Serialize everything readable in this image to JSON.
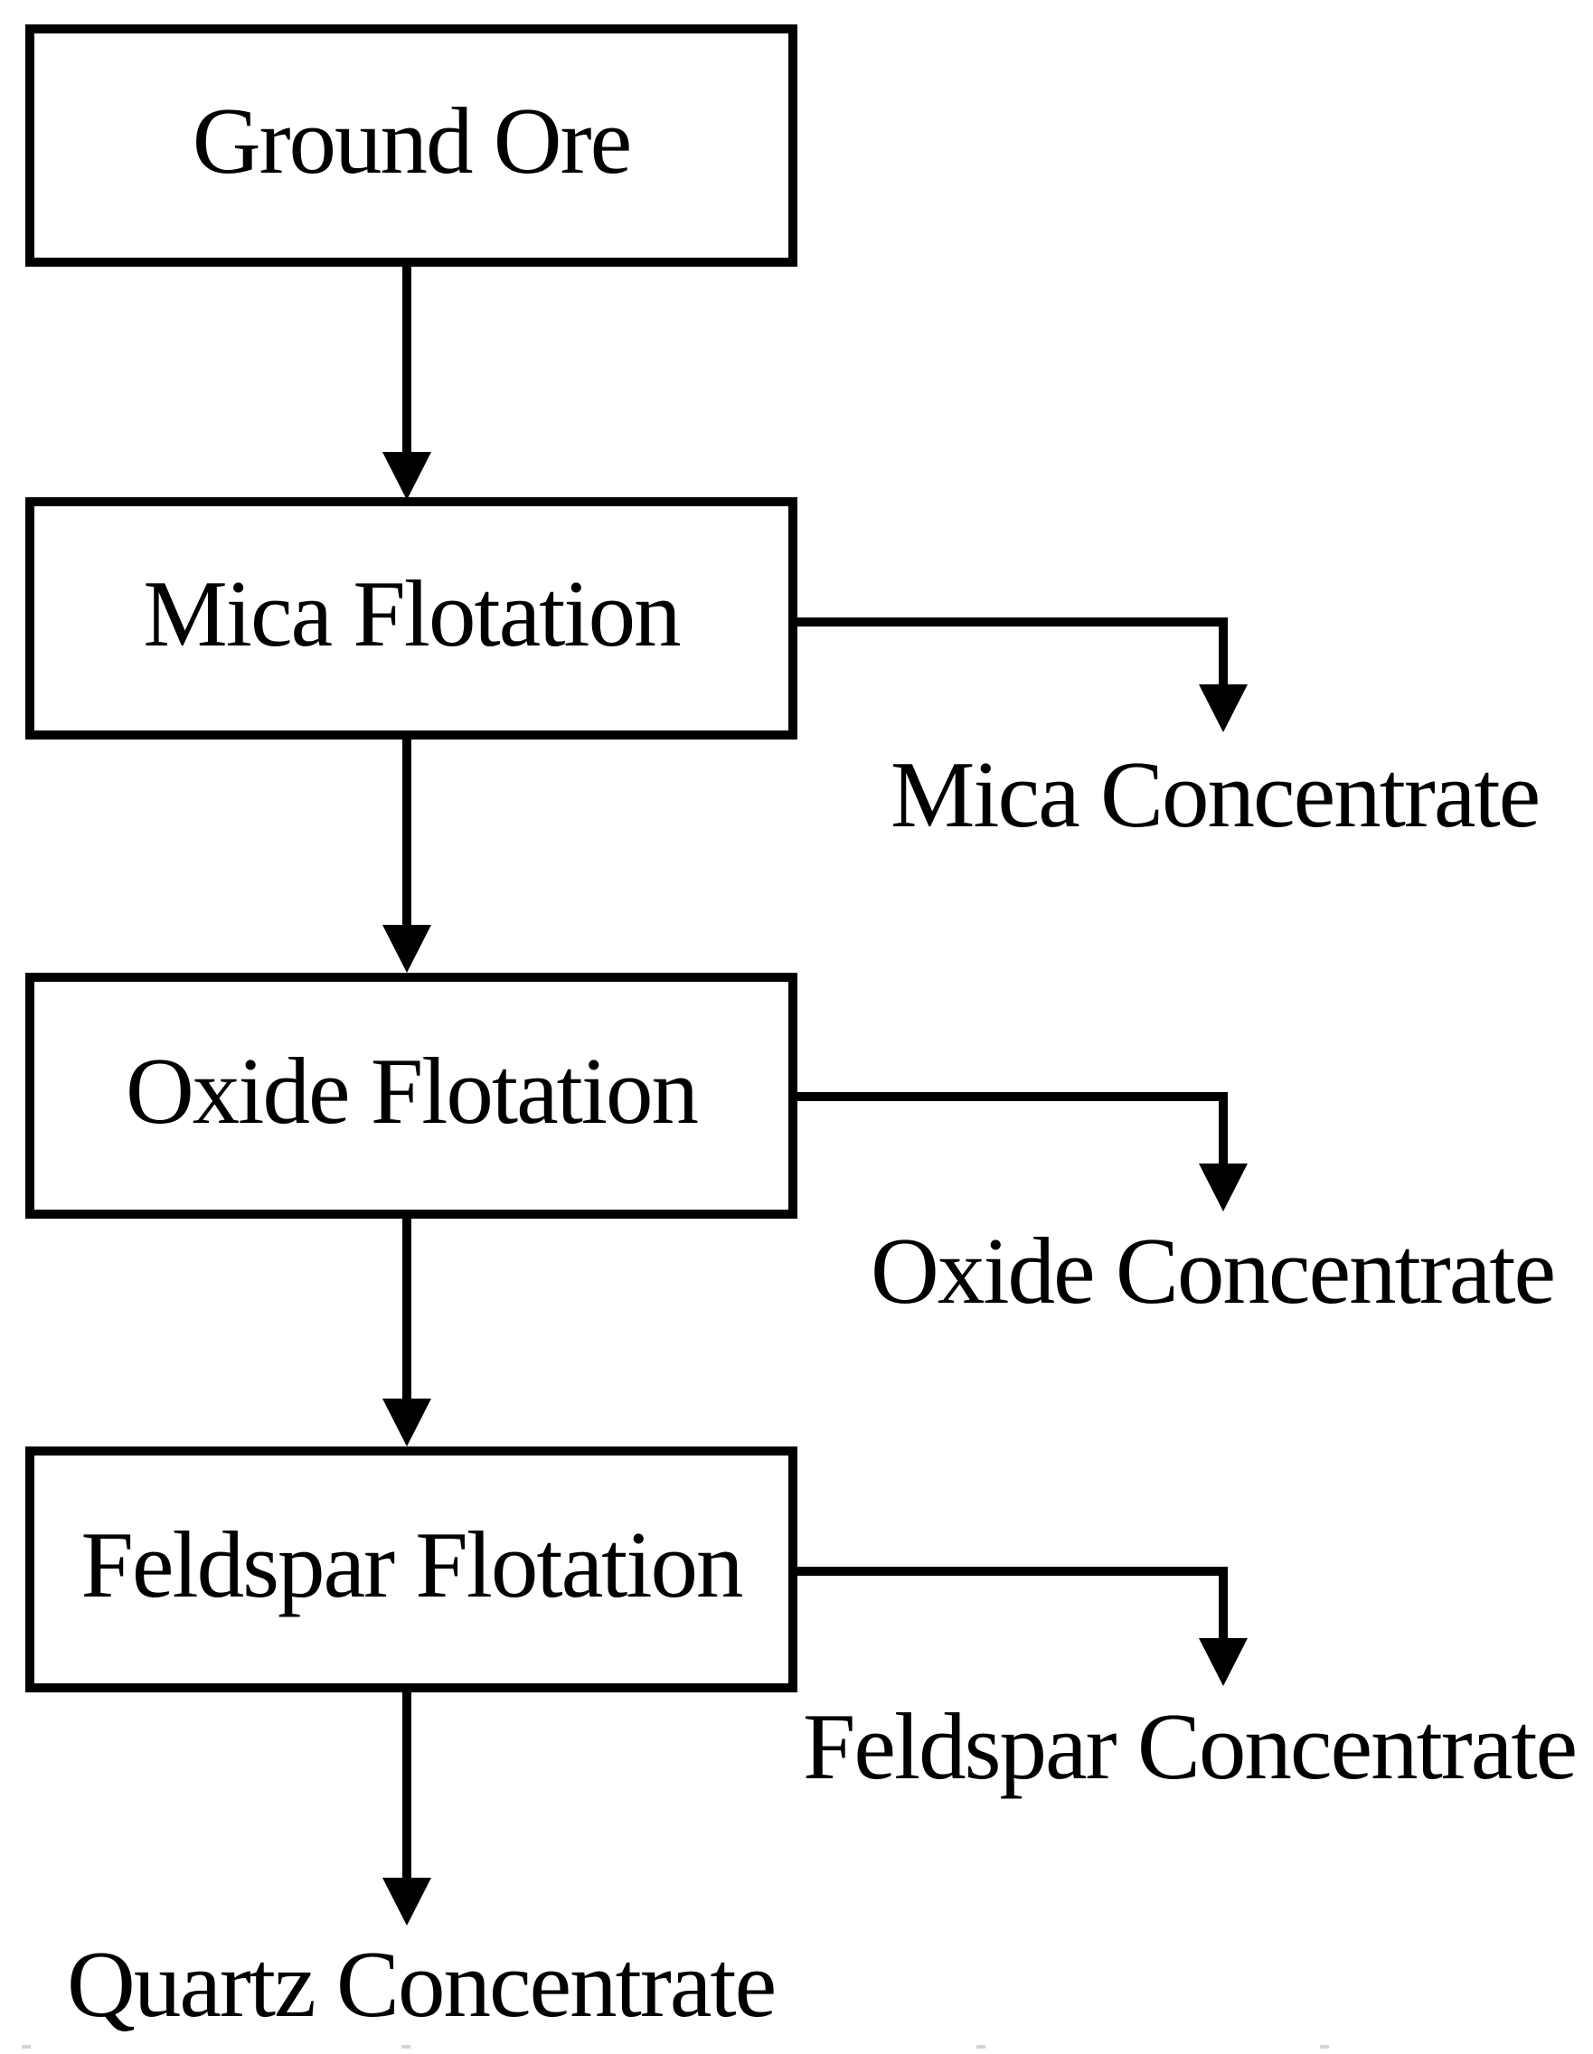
{
  "diagram": {
    "type": "flowchart",
    "background_color": "#ffffff",
    "line_color": "#000000",
    "process_boxes": [
      {
        "id": "ground-ore",
        "label": "Ground Ore"
      },
      {
        "id": "mica-flotation",
        "label": "Mica Flotation"
      },
      {
        "id": "oxide-flotation",
        "label": "Oxide Flotation"
      },
      {
        "id": "feldspar-flotation",
        "label": "Feldspar Flotation"
      }
    ],
    "output_labels": [
      {
        "id": "mica-concentrate",
        "label": "Mica Concentrate"
      },
      {
        "id": "oxide-concentrate",
        "label": "Oxide Concentrate"
      },
      {
        "id": "feldspar-concentrate",
        "label": "Feldspar Concentrate"
      },
      {
        "id": "quartz-concentrate",
        "label": "Quartz Concentrate"
      }
    ],
    "edges": [
      {
        "from": "Ground Ore",
        "to": "Mica Flotation",
        "direction": "down"
      },
      {
        "from": "Mica Flotation",
        "to": "Mica Concentrate",
        "direction": "right-then-down"
      },
      {
        "from": "Mica Flotation",
        "to": "Oxide Flotation",
        "direction": "down"
      },
      {
        "from": "Oxide Flotation",
        "to": "Oxide Concentrate",
        "direction": "right-then-down"
      },
      {
        "from": "Oxide Flotation",
        "to": "Feldspar Flotation",
        "direction": "down"
      },
      {
        "from": "Feldspar Flotation",
        "to": "Feldspar Concentrate",
        "direction": "right-then-down"
      },
      {
        "from": "Feldspar Flotation",
        "to": "Quartz Concentrate",
        "direction": "down"
      }
    ]
  }
}
